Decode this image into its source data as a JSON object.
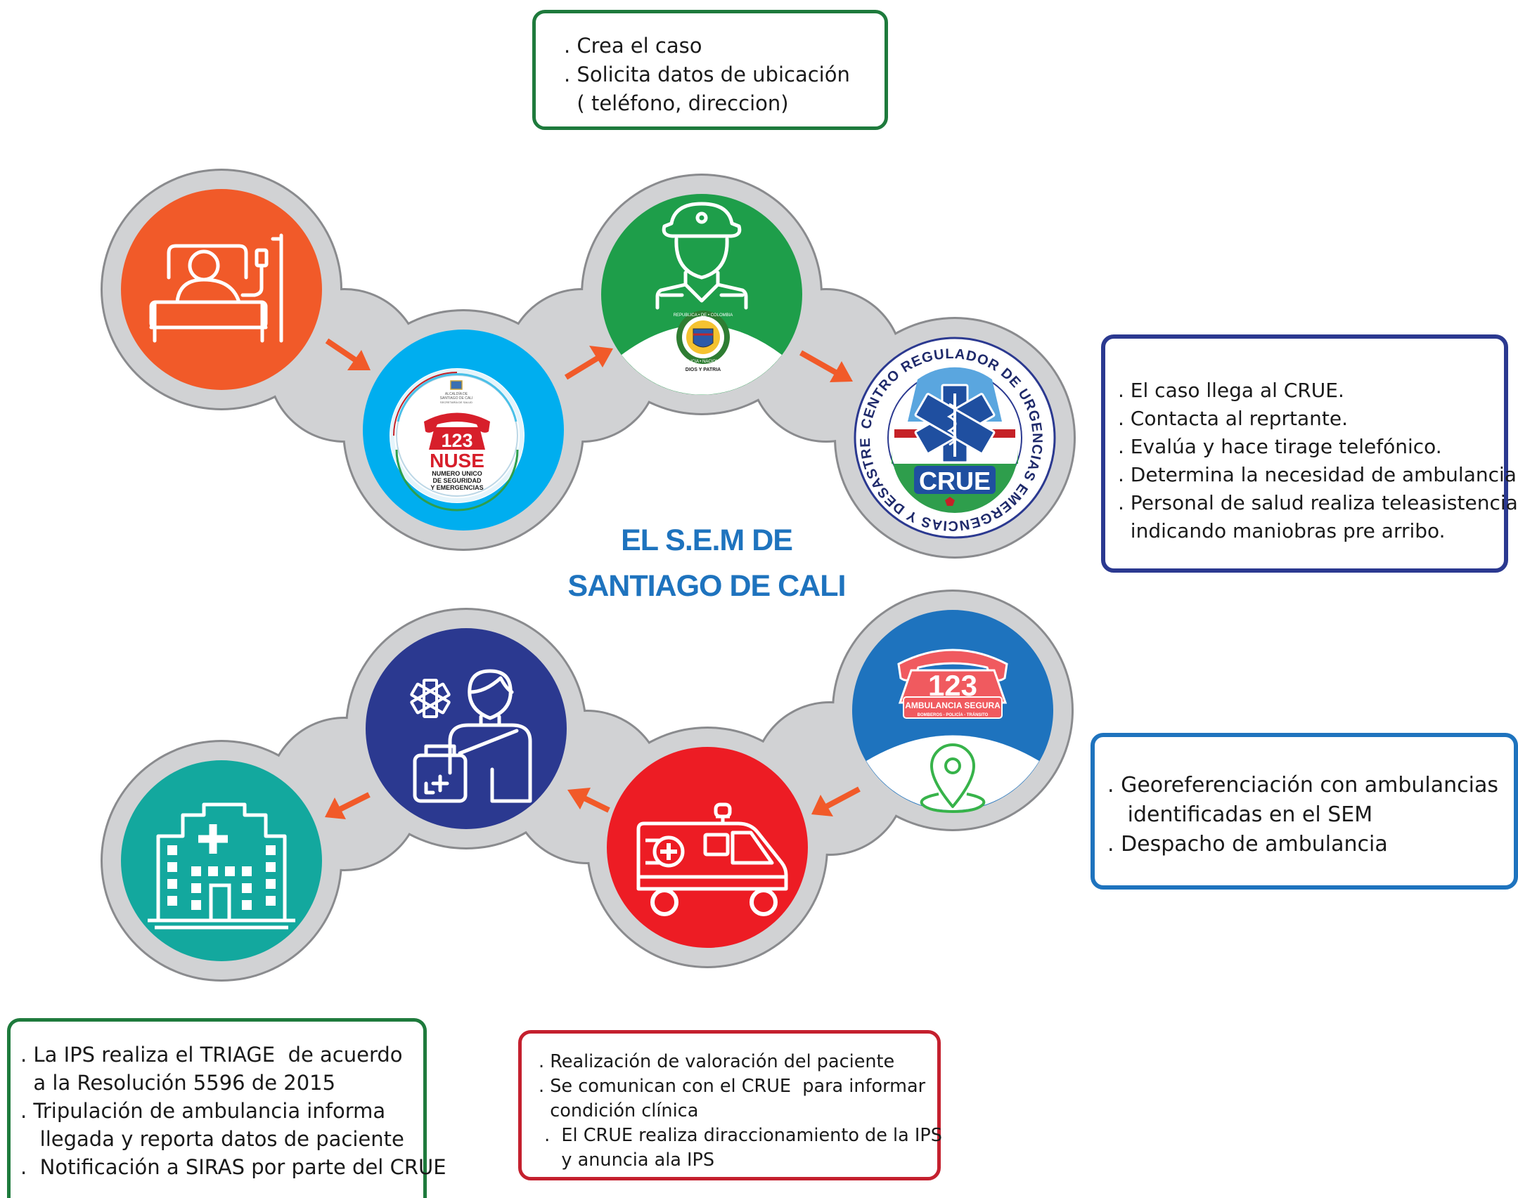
{
  "title": {
    "line1": "EL S.E.M DE",
    "line2": "SANTIAGO DE CALI"
  },
  "boxes": {
    "top": {
      "lines": [
        ". Crea el caso",
        ". Solicita datos de ubicación",
        "  ( teléfono, direccion)"
      ]
    },
    "right_1": {
      "lines": [
        ". El caso llega al CRUE.",
        ". Contacta al reprtante.",
        ". Evalúa y hace tirage telefónico.",
        ". Determina la necesidad de ambulancia.",
        ". Personal de salud realiza teleasistencia",
        "  indicando maniobras pre arribo."
      ]
    },
    "right_2": {
      "lines": [
        ". Georeferenciación con ambulancias",
        "   identificadas en el SEM",
        ". Despacho de ambulancia"
      ]
    },
    "bottom_left": {
      "lines": [
        ". La IPS realiza el TRIAGE  de acuerdo",
        "  a la Resolución 5596 de 2015",
        ". Tripulación de ambulancia informa",
        "   llegada y reporta datos de paciente",
        ".  Notificación a SIRAS por parte del CRUE"
      ]
    },
    "bottom_mid": {
      "lines": [
        ". Realización de valoración del paciente",
        ". Se comunican con el CRUE  para informar",
        "  condición clínica",
        " .  El CRUE realiza diraccionamiento de la IPS",
        "    y anuncia ala IPS"
      ]
    }
  },
  "nodes": {
    "patient": {
      "icon": "hospital-bed-patient-icon",
      "color": "#f15a29"
    },
    "nuse": {
      "icon": "nuse-123-logo",
      "color": "#00aeef",
      "logo_text": {
        "number": "123",
        "name": "NUSE",
        "line1": "NUMERO UNICO",
        "line2": "DE SEGURIDAD",
        "line3": "Y EMERGENCIAS",
        "top1": "ALCALDÍA DE",
        "top2": "SANTIAGO DE CALI",
        "top3": "SECRETARÍA DE SALUD"
      }
    },
    "police": {
      "icon": "police-officer-icon",
      "color": "#1e9e4a",
      "seal_text": {
        "ring": "REPUBLICA • DE • COLOMBIA",
        "ring2": "POLICIA • NACIONAL",
        "motto": "DIOS Y PATRIA"
      }
    },
    "crue": {
      "icon": "crue-logo",
      "color": "#ffffff",
      "logo_text": {
        "ring": "CENTRO REGULADOR DE URGENCIAS EMERGENCIAS Y DESASTRES",
        "name": "CRUE"
      }
    },
    "ambulancia_segura": {
      "icon": "ambulancia-segura-123-logo",
      "color": "#1e73be",
      "logo_text": {
        "number": "123",
        "line1": "AMBULANCIA SEGURA",
        "line2": "BOMBEROS - POLICÍA - TRÁNSITO"
      }
    },
    "ambulance": {
      "icon": "ambulance-icon",
      "color": "#ed1c24"
    },
    "paramedic": {
      "icon": "paramedic-icon",
      "color": "#2b3990"
    },
    "hospital": {
      "icon": "hospital-building-icon",
      "color": "#13a89e"
    }
  },
  "colors": {
    "track": "#d1d2d4",
    "track_border": "#8a8b8e",
    "arrow": "#f15a29",
    "title": "#1e73be"
  }
}
